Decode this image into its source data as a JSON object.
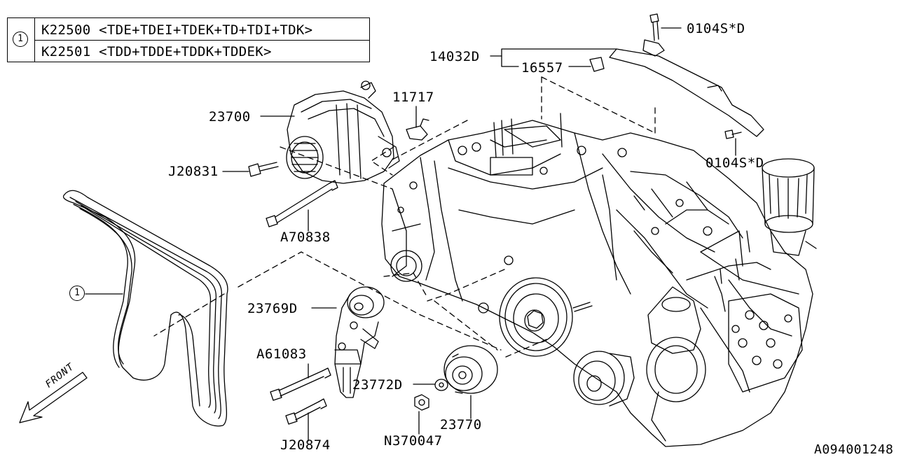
{
  "legend": {
    "ref": "1",
    "row1": "K22500 <TDE+TDEI+TDEK+TD+TDI+TDK>",
    "row2": "K22501 <TDD+TDDE+TDDK+TDDEK>"
  },
  "labels": {
    "alternator": "23700",
    "alt_bolt": "J20831",
    "bracket_bolt": "A70838",
    "sensor": "11717",
    "cover": "14032D",
    "clip": "16557",
    "bolt_top": "0104S*D",
    "bolt_right": "0104S*D",
    "tensioner": "23769D",
    "tensioner_bolt": "A61083",
    "bolt_low": "J20874",
    "washer": "23772D",
    "idler": "23770",
    "nut": "N370047",
    "belt_ref": "1",
    "front": "FRONT",
    "drawing_no": "A094001248"
  }
}
